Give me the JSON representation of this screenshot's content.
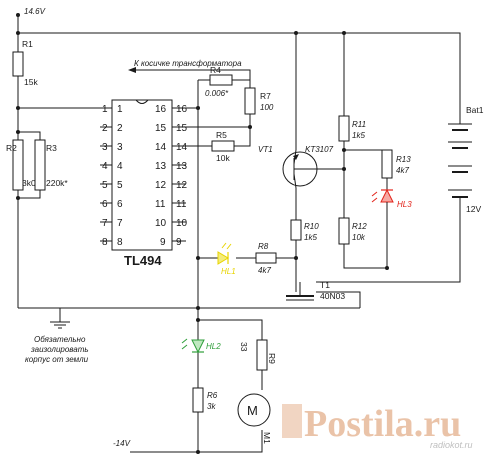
{
  "supply": {
    "plus": "14.6V",
    "minus": "-14V"
  },
  "annotation": {
    "to_transformer": "К косичке трансформатора"
  },
  "ic": {
    "name": "TL494",
    "left_pins": [
      "1",
      "2",
      "3",
      "4",
      "5",
      "6",
      "7",
      "8"
    ],
    "right_pins": [
      "16",
      "15",
      "14",
      "13",
      "12",
      "11",
      "10",
      "9"
    ]
  },
  "components": {
    "r1": {
      "ref": "R1",
      "value": "15k"
    },
    "r2": {
      "ref": "R2",
      "value": "3k09"
    },
    "r3": {
      "ref": "R3",
      "value": "220k*"
    },
    "r4": {
      "ref": "R4",
      "value": "0.006*"
    },
    "r5": {
      "ref": "R5",
      "value": "10k"
    },
    "r7": {
      "ref": "R7",
      "value": "100"
    },
    "r8": {
      "ref": "R8",
      "value": "4k7"
    },
    "r9": {
      "ref": "R9",
      "value": "33"
    },
    "r10": {
      "ref": "R10",
      "value": "1k5"
    },
    "r11": {
      "ref": "R11",
      "value": "1k5"
    },
    "r12": {
      "ref": "R12",
      "value": "10k"
    },
    "r13": {
      "ref": "R13",
      "value": "4k7"
    },
    "r6": {
      "ref": "R6",
      "value": "3k"
    },
    "vt1": {
      "ref": "VT1",
      "value": "KT3107"
    },
    "t1": {
      "ref": "T1",
      "value": "40N03"
    },
    "hl1": {
      "ref": "HL1"
    },
    "hl2": {
      "ref": "HL2"
    },
    "hl3": {
      "ref": "HL3"
    },
    "bat": {
      "ref": "Bat1",
      "value": "12V"
    },
    "m1": {
      "ref": "M1",
      "symbol": "M"
    }
  },
  "ground_note": [
    "Обязательно",
    "заизолировать",
    "корпус от земли"
  ],
  "watermark": {
    "title": "Postila.ru",
    "site": "radiokot.ru"
  },
  "colors": {
    "wire": "#1a1a1a",
    "led_red": "#e2231a",
    "led_green": "#2e9e3a",
    "led_yellow": "#e8d400",
    "watermark": "#e7b99a"
  }
}
